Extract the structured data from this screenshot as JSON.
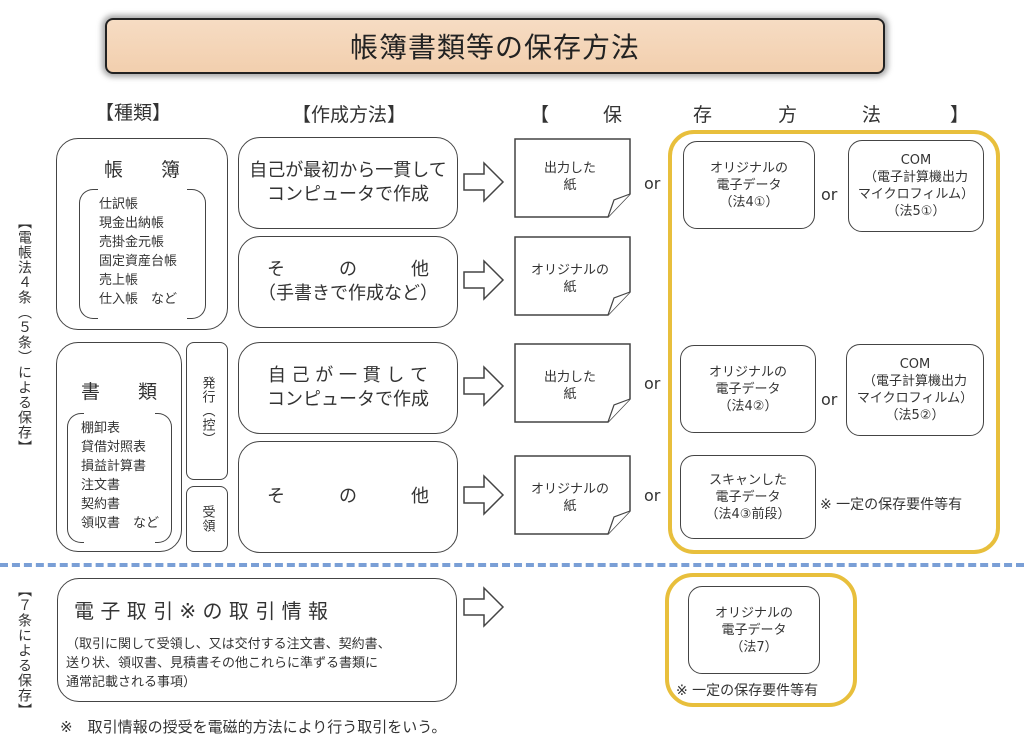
{
  "title": "帳簿書類等の保存方法",
  "headers": {
    "kind": "【種類】",
    "method": "【作成方法】",
    "storage": [
      "【",
      "保",
      "存",
      "方",
      "法",
      "】"
    ]
  },
  "side_labels": {
    "upper": "【電帳法４条（５条）による保存】",
    "lower": "【７条による保存】"
  },
  "books": {
    "title": "帳　　簿",
    "items": [
      "仕訳帳",
      "現金出納帳",
      "売掛金元帳",
      "固定資産台帳",
      "売上帳",
      "仕入帳　など"
    ]
  },
  "documents": {
    "title": "書　　類",
    "items": [
      "棚卸表",
      "貸借対照表",
      "損益計算書",
      "注文書",
      "契約書",
      "領収書　など"
    ],
    "issued": "発行（控）",
    "received": "受領"
  },
  "methods": [
    {
      "line1": "自己が最初から一貫して",
      "line2": "コンピュータで作成"
    },
    {
      "line1": "そ　　　の　　　他",
      "line2": "（手書きで作成など）"
    },
    {
      "line1": "自 己 が 一 貫 し て",
      "line2": "コンピュータで作成"
    },
    {
      "line1": "そ　　　の　　　他",
      "line2": ""
    }
  ],
  "papers": [
    {
      "line1": "出力した",
      "line2": "紙"
    },
    {
      "line1": "オリジナルの",
      "line2": "紙"
    },
    {
      "line1": "出力した",
      "line2": "紙"
    },
    {
      "line1": "オリジナルの",
      "line2": "紙"
    }
  ],
  "or_label": "or",
  "storage_options": {
    "e_data_1": {
      "line1": "オリジナルの",
      "line2": "電子データ",
      "line3": "（法4①）"
    },
    "com_1": {
      "line1": "COM",
      "line2": "（電子計算機出力",
      "line3": "マイクロフィルム）",
      "line4": "（法5①）"
    },
    "e_data_2": {
      "line1": "オリジナルの",
      "line2": "電子データ",
      "line3": "（法4②）"
    },
    "com_2": {
      "line1": "COM",
      "line2": "（電子計算機出力",
      "line3": "マイクロフィルム）",
      "line4": "（法5②）"
    },
    "scan": {
      "line1": "スキャンした",
      "line2": "電子データ",
      "line3": "（法4③前段）"
    },
    "e_data_7": {
      "line1": "オリジナルの",
      "line2": "電子データ",
      "line3": "（法7）"
    }
  },
  "requirement_note": "※ 一定の保存要件等有",
  "etransaction": {
    "title": "電 子 取 引 ※ の 取 引 情 報",
    "desc1": "（取引に関して受領し、又は交付する注文書、契約書、",
    "desc2": "送り状、領収書、見積書その他これらに準ずる書類に",
    "desc3": "通常記載される事項）"
  },
  "footnote": "※　取引情報の授受を電磁的方法により行う取引をいう。",
  "colors": {
    "gold": "#e8bf3c",
    "dash": "#7a9fd6",
    "title_bg": "#f2cfae"
  }
}
